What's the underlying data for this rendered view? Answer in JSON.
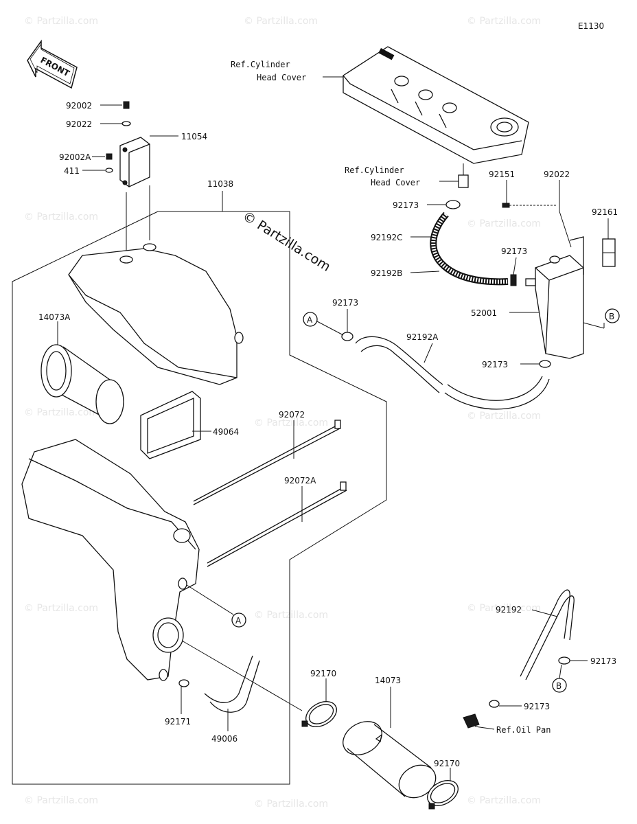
{
  "diagram_code": "E1130",
  "front_label": "FRONT",
  "copyright_mark": "© Partzilla.com",
  "watermark_text": "© Partzilla.com",
  "callouts": {
    "ref_cyl_head_cover_1_a": "Ref.Cylinder",
    "ref_cyl_head_cover_1_b": "Head Cover",
    "ref_cyl_head_cover_2_a": "Ref.Cylinder",
    "ref_cyl_head_cover_2_b": "Head Cover",
    "ref_oil_pan": "Ref.Oil Pan"
  },
  "circle_refs": {
    "a": "A",
    "b": "B"
  },
  "parts": {
    "p92002": "92002",
    "p92022_top": "92022",
    "p11054": "11054",
    "p92002A": "92002A",
    "p411": "411",
    "p11038": "11038",
    "p14073A": "14073A",
    "p49064": "49064",
    "p92072": "92072",
    "p92072A": "92072A",
    "p92173_a": "92173",
    "p92192A": "92192A",
    "p92173_b": "92173",
    "p92192C": "92192C",
    "p92192B": "92192B",
    "p92173_c": "92173",
    "p92151": "92151",
    "p92022_right": "92022",
    "p92161": "92161",
    "p52001": "52001",
    "p92173_d": "92173",
    "p92192": "92192",
    "p92173_e": "92173",
    "p92173_f": "92173",
    "p92170_a": "92170",
    "p14073": "14073",
    "p92170_b": "92170",
    "p92171": "92171",
    "p49006": "49006"
  },
  "colors": {
    "line": "#111111",
    "watermark": "#e6e6e6",
    "background": "#ffffff"
  }
}
